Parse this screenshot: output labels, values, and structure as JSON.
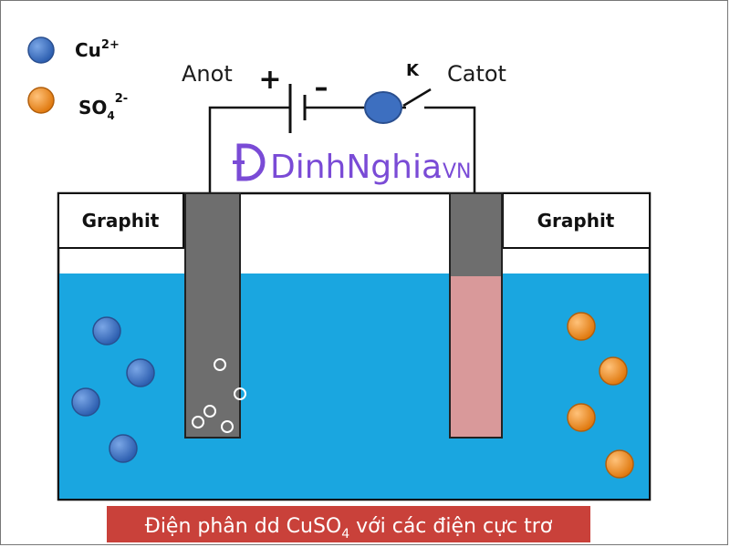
{
  "legend": {
    "cu_label": "Cu",
    "cu_charge": "2+",
    "so4_label_main": "SO",
    "so4_sub": "4",
    "so4_charge": "2-",
    "cu_color": "#3a6fc4",
    "so4_color": "#f28c1e"
  },
  "circuit": {
    "anode_label": "Anot",
    "cathode_label": "Catot",
    "switch_label": "K",
    "plus_sign": "+",
    "minus_sign": "–"
  },
  "watermark": {
    "brand": "DinhNghia",
    "suffix": ".VN",
    "color": "#7a4bd6"
  },
  "cell": {
    "left_electrode_label": "Graphit",
    "right_electrode_label": "Graphit",
    "solution_color": "#1aa6e0",
    "cathode_deposit_color": "#d9999a",
    "electrode_color": "#6e6e6e"
  },
  "caption": {
    "text_main": "Điện phân dd CuSO",
    "text_sub": "4",
    "text_tail": " với các điện cực trơ",
    "background": "#c9413a"
  }
}
